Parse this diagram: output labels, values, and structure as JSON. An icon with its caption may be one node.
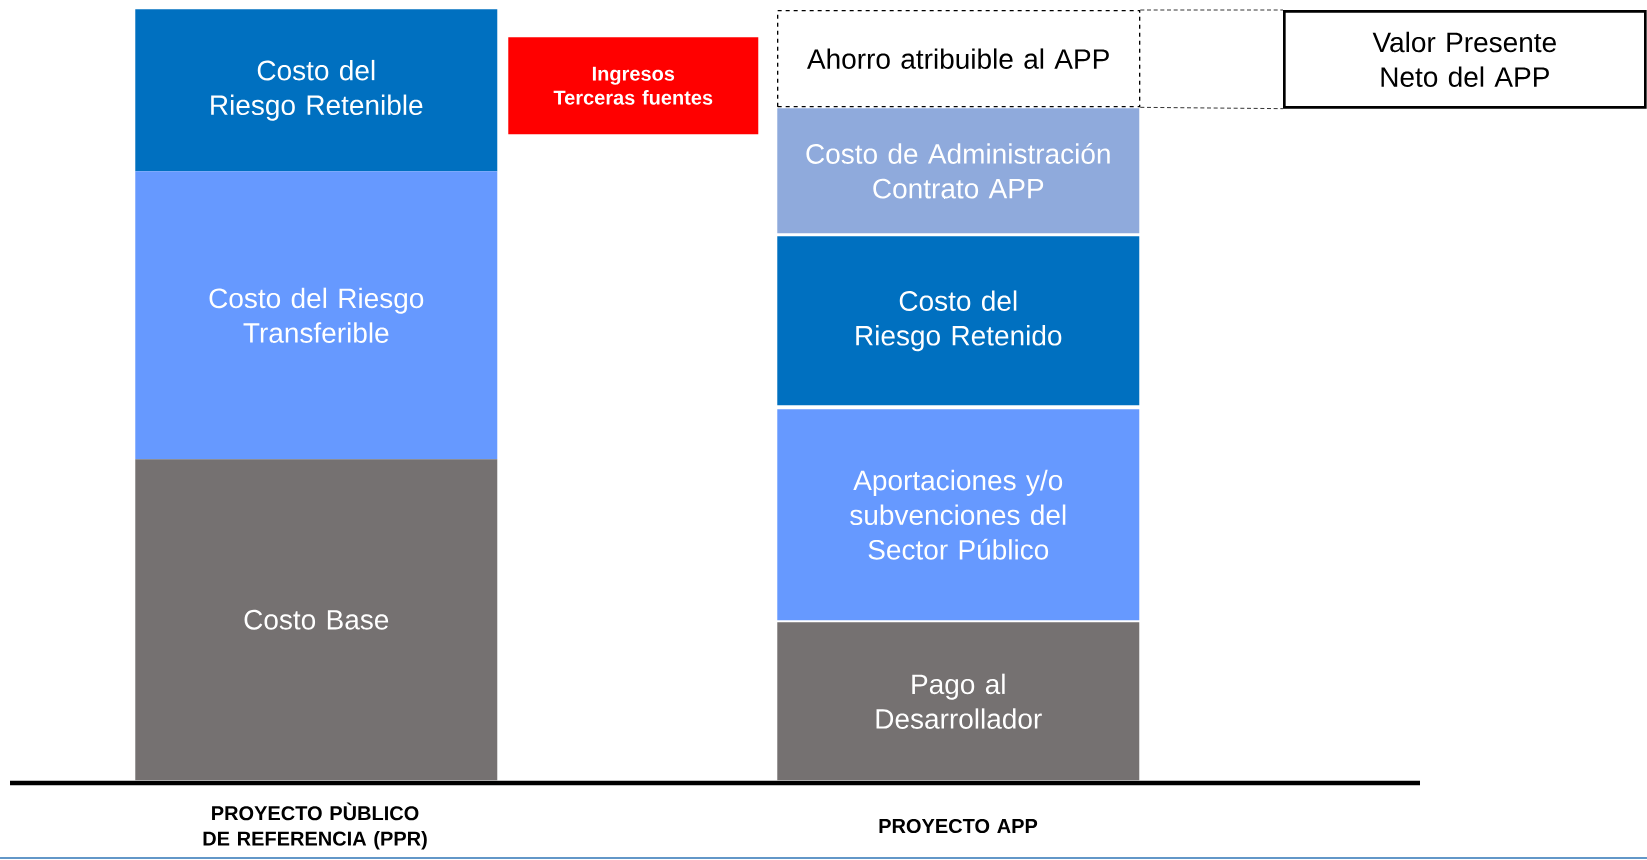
{
  "diagram": {
    "nodes": [
      {
        "text": [
          "Costo del Riesgo Retenible"
        ]
      },
      {
        "text": [
          "Costo del Riesgo Transferible"
        ]
      },
      {
        "text": [
          "Costo Base"
        ]
      },
      {
        "text": [
          "Ingresos Terceras fuentes"
        ]
      },
      {
        "text": [
          "Ahorro atribuible al APP"
        ]
      },
      {
        "text": [
          "Costo de Administración Contrato APP"
        ]
      },
      {
        "text": [
          "Costo del Riesgo Retenido"
        ]
      },
      {
        "text": [
          "Aportaciones y/o subvenciones del Sector Público"
        ]
      },
      {
        "text": [
          "Pago al Desarrollador"
        ]
      },
      {
        "text": [
          "Valor Presente Neto del APP"
        ]
      }
    ],
    "edges": [
      {
        "from": 4,
        "to": 9,
        "arrow": "none",
        "style": "dashed"
      },
      {
        "from": 4,
        "to": 9,
        "arrow": "none",
        "style": "dashed"
      }
    ],
    "labels": [
      "PROYECTO PÙBLICO DE REFERENCIA (PPR)",
      "PROYECTO APP"
    ]
  }
}
